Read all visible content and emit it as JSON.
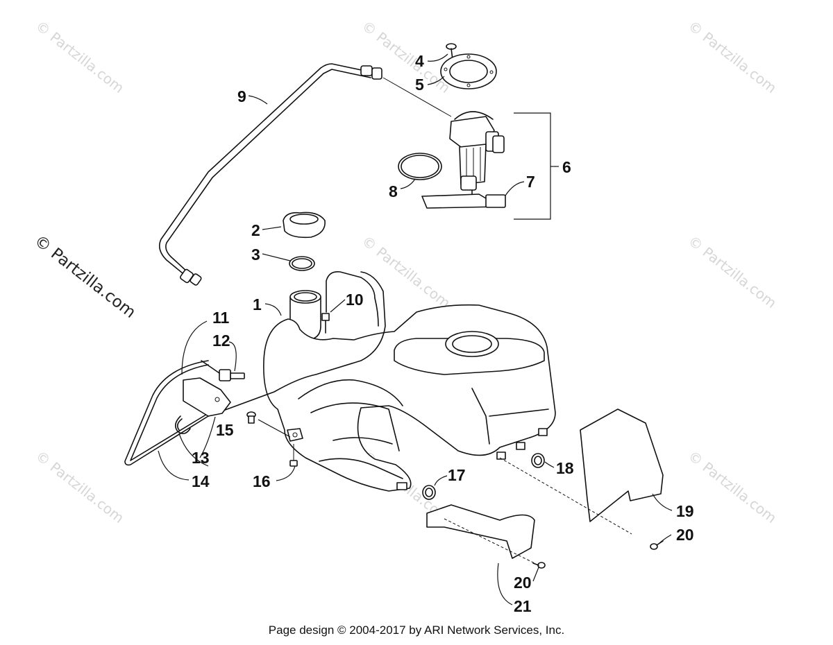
{
  "watermarks": {
    "small": "© Partzilla.com",
    "large": "© Partzilla.com"
  },
  "callouts": {
    "c1": "1",
    "c2": "2",
    "c3": "3",
    "c4": "4",
    "c5": "5",
    "c6": "6",
    "c7": "7",
    "c8": "8",
    "c9": "9",
    "c10": "10",
    "c11": "11",
    "c12": "12",
    "c13": "13",
    "c14": "14",
    "c15": "15",
    "c16": "16",
    "c17": "17",
    "c18": "18",
    "c19": "19",
    "c20a": "20",
    "c20b": "20",
    "c21": "21"
  },
  "footer": "Page design © 2004-2017 by ARI Network Services, Inc."
}
